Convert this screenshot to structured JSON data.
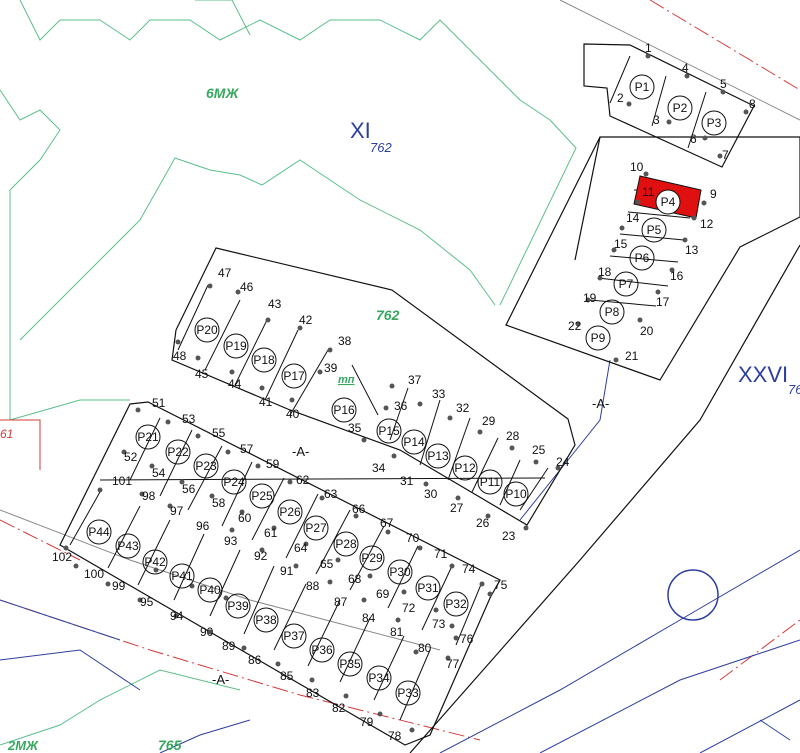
{
  "colors": {
    "background": "#ffffff",
    "parcel_outline": "#111111",
    "vertex_point": "#555555",
    "zone_boundary": "#5bbf8a",
    "red_line": "#d23b3b",
    "road_blue": "#2d3f9e",
    "highlight_lot": "#e01010"
  },
  "labels": {
    "block_xi": "XI",
    "block_xi_num": "762",
    "zone_6mzh": "6МЖ",
    "zone_762": "762",
    "zone_tp": "тп",
    "block_xxvi": "XXVI",
    "block_xxvi_num": "76",
    "zone_2mzh": "2МЖ",
    "zone_765": "765",
    "red_61": "61",
    "axis_a_left": "-A-",
    "axis_a_right": "-A-",
    "axis_a_bottom": "-A-"
  },
  "highlighted_lot": "P4",
  "lots": [
    "P1",
    "P2",
    "P3",
    "P4",
    "P5",
    "P6",
    "P7",
    "P8",
    "P9",
    "P10",
    "P11",
    "P12",
    "P13",
    "P14",
    "P15",
    "P16",
    "P17",
    "P18",
    "P19",
    "P20",
    "P21",
    "P22",
    "P23",
    "P24",
    "P25",
    "P26",
    "P27",
    "P28",
    "P29",
    "P30",
    "P31",
    "P32",
    "P33",
    "P34",
    "P35",
    "P36",
    "P37",
    "P38",
    "P39",
    "P40",
    "P41",
    "P42",
    "P43",
    "P44"
  ],
  "vertex_labels": [
    "1",
    "2",
    "3",
    "4",
    "5",
    "6",
    "7",
    "8",
    "9",
    "10",
    "11",
    "12",
    "13",
    "14",
    "15",
    "16",
    "17",
    "18",
    "19",
    "20",
    "21",
    "22",
    "23",
    "24",
    "25",
    "26",
    "27",
    "28",
    "29",
    "30",
    "31",
    "32",
    "33",
    "34",
    "35",
    "36",
    "37",
    "38",
    "39",
    "40",
    "41",
    "42",
    "43",
    "44",
    "45",
    "46",
    "47",
    "48",
    "51",
    "52",
    "53",
    "54",
    "55",
    "56",
    "57",
    "58",
    "59",
    "60",
    "61",
    "62",
    "63",
    "64",
    "65",
    "66",
    "67",
    "68",
    "69",
    "70",
    "71",
    "72",
    "73",
    "74",
    "75",
    "76",
    "77",
    "78",
    "79",
    "80",
    "81",
    "82",
    "83",
    "84",
    "85",
    "86",
    "87",
    "88",
    "89",
    "90",
    "91",
    "92",
    "93",
    "94",
    "95",
    "96",
    "97",
    "98",
    "99",
    "100",
    "101",
    "102"
  ]
}
